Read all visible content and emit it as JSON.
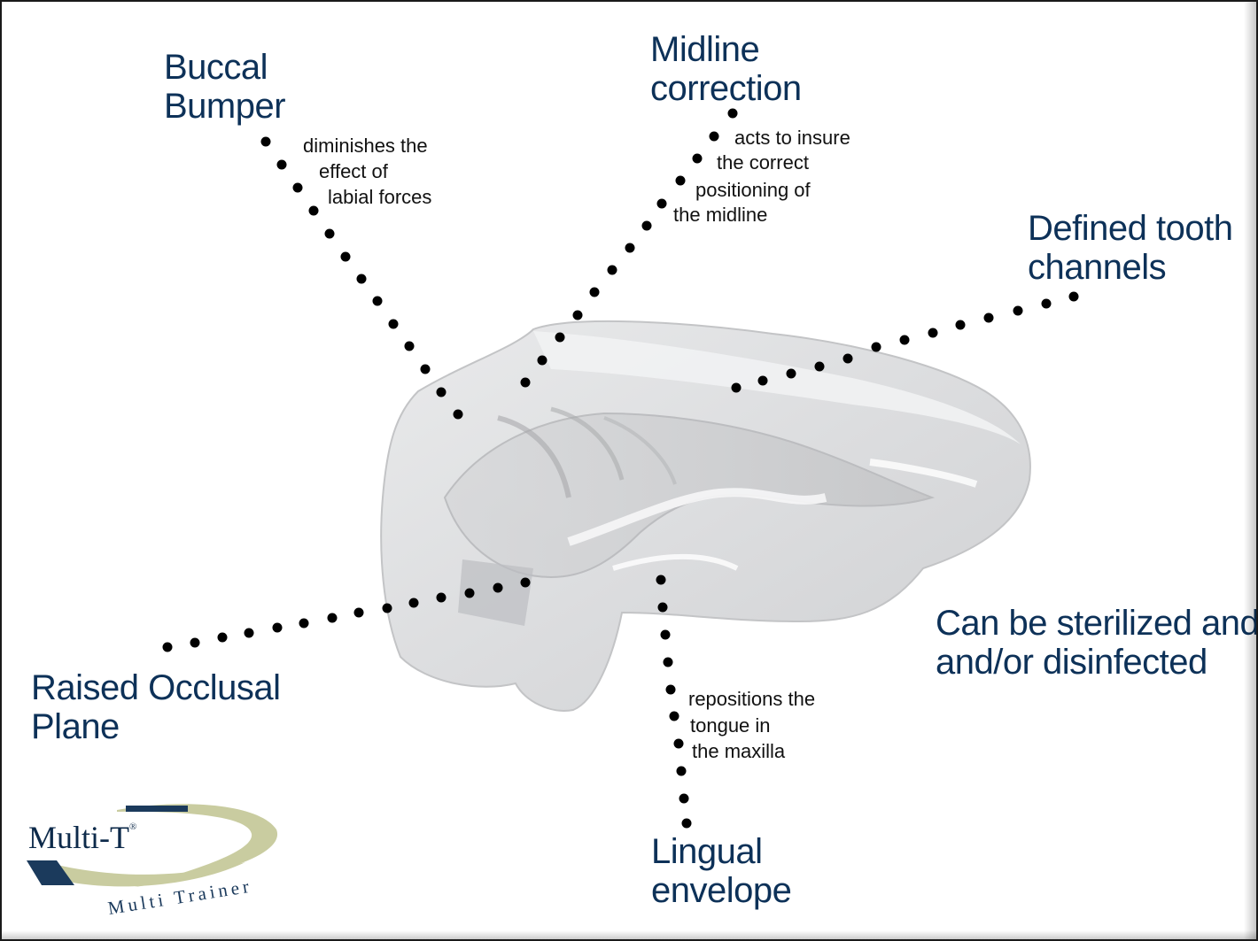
{
  "labels": {
    "buccal_bumper": {
      "title": [
        "Buccal",
        "Bumper"
      ],
      "desc": [
        "diminishes the",
        "effect of",
        "labial forces"
      ]
    },
    "midline_correction": {
      "title": [
        "Midline",
        "correction"
      ],
      "desc": [
        "acts to insure",
        "the correct",
        "positioning of",
        "the midline"
      ]
    },
    "defined_tooth_channels": {
      "title": [
        "Defined tooth",
        "channels"
      ]
    },
    "raised_occlusal_plane": {
      "title": [
        "Raised Occlusal",
        "Plane"
      ]
    },
    "sterilized": {
      "title": [
        "Can be sterilized and",
        "and/or disinfected"
      ]
    },
    "lingual_envelope": {
      "title": [
        "Lingual",
        "envelope"
      ],
      "desc": [
        "repositions the",
        "tongue in",
        "the maxilla"
      ]
    }
  },
  "logo": {
    "name": "Multi-T",
    "registered": "®",
    "tagline": "Multi Trainer"
  },
  "colors": {
    "heading": "#0d3158",
    "dot": "#000000",
    "logo_navy": "#1b3a5c",
    "logo_sage": "#c9cca0"
  }
}
